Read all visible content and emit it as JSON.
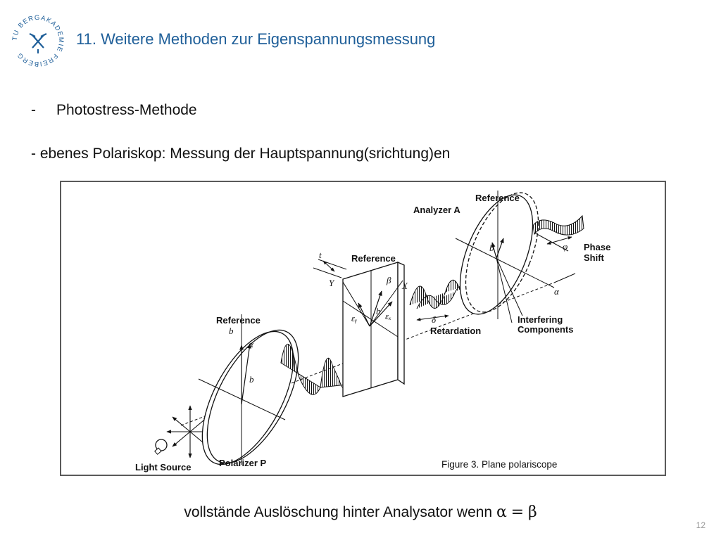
{
  "header": {
    "title": "11. Weitere Methoden zur Eigenspannungsmessung",
    "logo_text": "TU BERGAKADEMIE FREIBERG"
  },
  "content": {
    "bullet_1_dash": "-",
    "bullet_1_text": "Photostress-Methode",
    "bullet_2_text": "- ebenes Polariskop: Messung der Hauptspannung(srichtung)en"
  },
  "figure": {
    "caption": "Figure 3.  Plane polariscope",
    "labels": {
      "light_source": "Light Source",
      "polarizer": "Polarizer P",
      "reference_polarizer": "Reference",
      "reference_sample": "Reference",
      "reference_analyzer": "Reference",
      "analyzer": "Analyzer A",
      "retardation": "Retardation",
      "interfering_1": "Interfering",
      "interfering_2": "Components",
      "phase_1": "Phase",
      "phase_2": "Shift"
    },
    "symbols": {
      "b": "b",
      "alpha": "α",
      "t": "t",
      "beta": "β",
      "X": "X",
      "Y": "Y",
      "eps_x": "εₓ",
      "eps_y": "εᵧ",
      "delta": "δ",
      "phi": "φ"
    }
  },
  "footer": {
    "text": "vollstände Auslöschung hinter Analysator wenn",
    "alpha": "α",
    "equals": "=",
    "beta": "β"
  },
  "page_number": "12"
}
